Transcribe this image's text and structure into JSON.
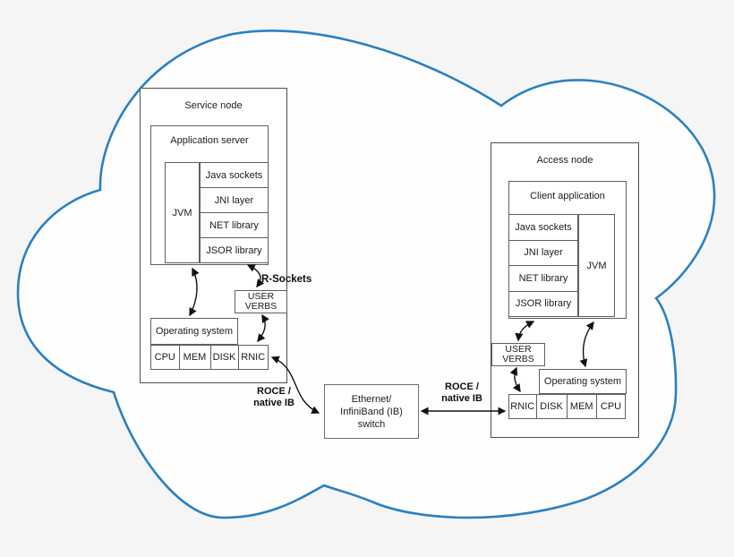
{
  "diagram": {
    "service_node": {
      "title": "Service node",
      "app_server": {
        "title": "Application server",
        "jvm": "JVM",
        "layers": [
          "Java sockets",
          "JNI layer",
          "NET library",
          "JSOR library"
        ]
      },
      "user_verbs": {
        "line1": "USER",
        "line2": "VERBS"
      },
      "os": {
        "title": "Operating system",
        "components": [
          "CPU",
          "MEM",
          "DISK",
          "RNIC"
        ]
      }
    },
    "access_node": {
      "title": "Access node",
      "client_app": {
        "title": "Client application",
        "jvm": "JVM",
        "layers": [
          "Java sockets",
          "JNI layer",
          "NET library",
          "JSOR library"
        ]
      },
      "user_verbs": {
        "line1": "USER",
        "line2": "VERBS"
      },
      "os": {
        "title": "Operating system",
        "components": [
          "RNIC",
          "DISK",
          "MEM",
          "CPU"
        ]
      }
    },
    "switch": {
      "line1": "Ethernet/",
      "line2": "InfiniBand (IB)",
      "line3": "switch"
    },
    "labels": {
      "r_sockets": "R-Sockets",
      "roce_left": {
        "line1": "ROCE /",
        "line2": "native IB"
      },
      "roce_right": {
        "line1": "ROCE /",
        "line2": "native IB"
      }
    },
    "colors": {
      "cloud_stroke": "#2b80c1",
      "cloud_fill": "#fefefe",
      "background": "#f5f5f6",
      "box_border": "#5f5f5f",
      "arrow": "#111111"
    }
  }
}
